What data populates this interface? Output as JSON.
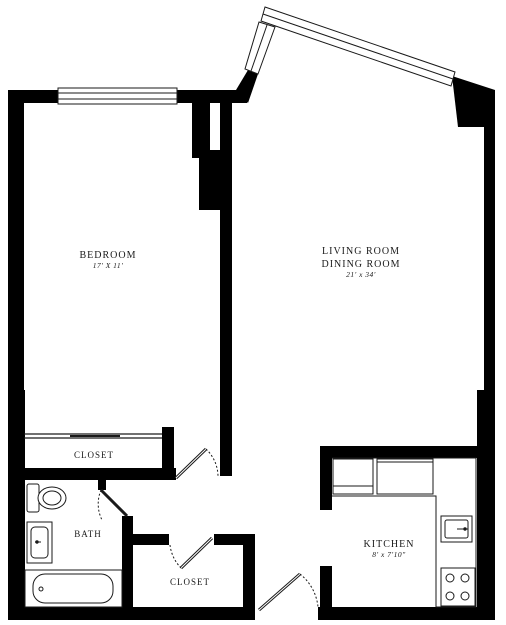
{
  "rooms": {
    "bedroom": {
      "name": "BEDROOM",
      "dims": "17' X 11'"
    },
    "living": {
      "name_line1": "LIVING ROOM",
      "name_line2": "DINING ROOM",
      "dims": "21' x 34'"
    },
    "closet_bedroom": {
      "name": "CLOSET"
    },
    "bath": {
      "name": "BATH"
    },
    "closet_hall": {
      "name": "CLOSET"
    },
    "kitchen": {
      "name": "KITCHEN",
      "dims": "8' x 7'10\""
    }
  },
  "colors": {
    "wall": "#000000",
    "line": "#1a1a1a",
    "background": "#ffffff"
  }
}
